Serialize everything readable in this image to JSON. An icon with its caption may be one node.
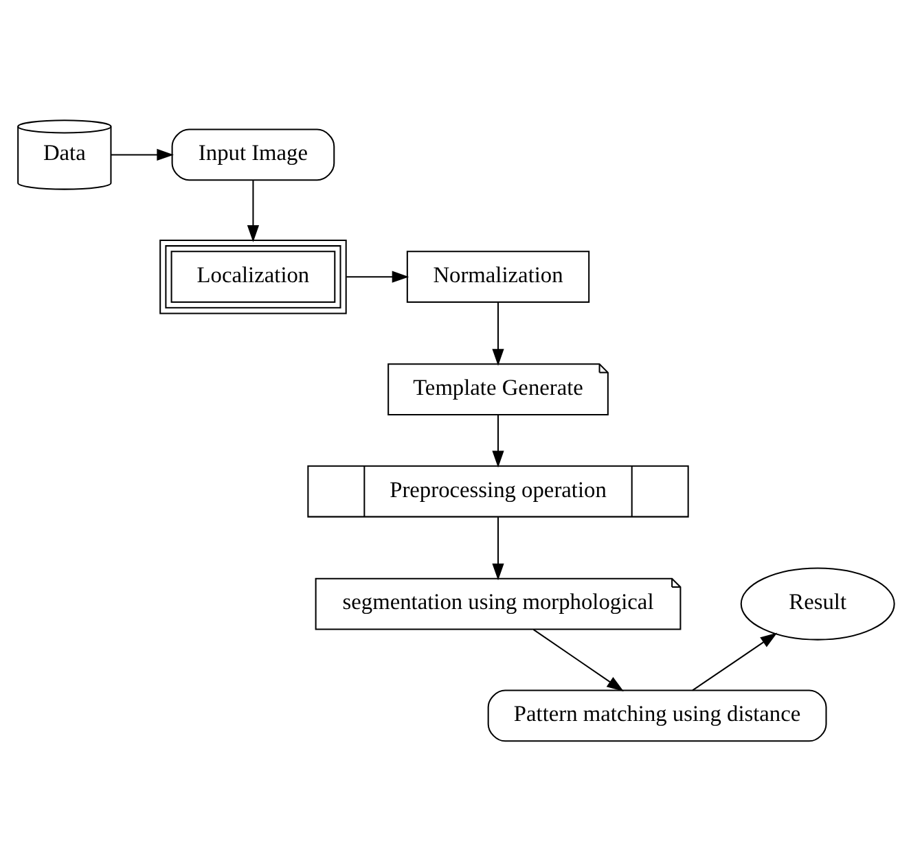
{
  "diagram": {
    "nodes": [
      {
        "text": [
          "Data"
        ]
      },
      {
        "text": [
          "Input Image"
        ]
      },
      {
        "text": [
          "Localization"
        ]
      },
      {
        "text": [
          "Normalization"
        ]
      },
      {
        "text": [
          "Template Generate"
        ]
      },
      {
        "text": [
          "Preprocessing operation"
        ]
      },
      {
        "text": [
          "segmentation using morphological"
        ]
      },
      {
        "text": [
          "Pattern matching using distance"
        ]
      },
      {
        "text": [
          "Result"
        ]
      }
    ],
    "edges": [
      {
        "from": 0,
        "to": 1,
        "arrow": "to"
      },
      {
        "from": 1,
        "to": 2,
        "arrow": "to"
      },
      {
        "from": 2,
        "to": 3,
        "arrow": "to"
      },
      {
        "from": 3,
        "to": 4,
        "arrow": "to"
      },
      {
        "from": 4,
        "to": 5,
        "arrow": "to"
      },
      {
        "from": 5,
        "to": 6,
        "arrow": "to"
      },
      {
        "from": 6,
        "to": 7,
        "arrow": "to"
      },
      {
        "from": 7,
        "to": 8,
        "arrow": "to"
      }
    ]
  }
}
